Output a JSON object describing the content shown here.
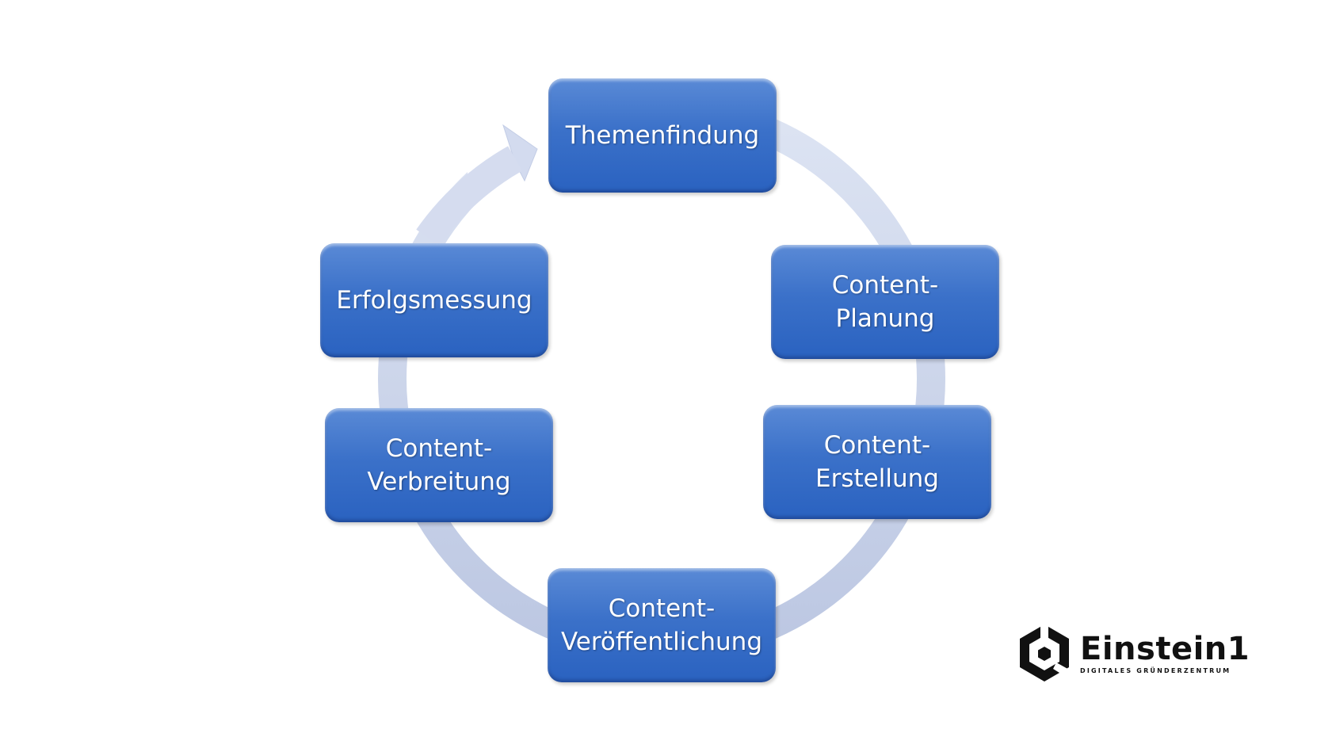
{
  "cycle": {
    "steps": [
      "Themenfindung",
      "Content-\nPlanung",
      "Content-\nErstellung",
      "Content-\nVeröffentlichung",
      "Content-\nVerbreitung",
      "Erfolgsmessung"
    ],
    "box_color": "#3b71c9",
    "ring_color": "#cfd8ec"
  },
  "logo": {
    "name": "Einstein1",
    "tagline": "DIGITALES GRÜNDERZENTRUM"
  }
}
